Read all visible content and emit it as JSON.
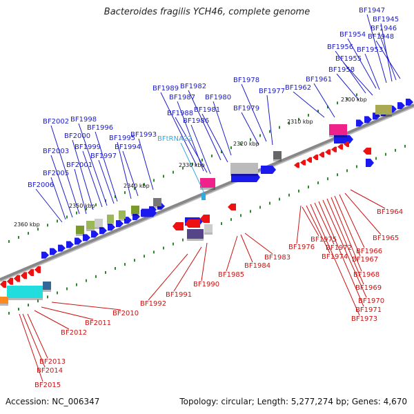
{
  "title": "Bacteroides fragilis YCH46, complete genome",
  "footer": {
    "accession": "Accession: NC_006347",
    "summary": "Topology: circular; Length: 5,277,274 bp; Genes: 4,670"
  },
  "colors": {
    "forward_label": "#1a1acc",
    "reverse_label": "#cc1111",
    "rna_label": "#33aadd",
    "backbone": "#888888",
    "tick": "#2a8a2a",
    "forward_gene": "#1a1aee",
    "reverse_gene": "#ee1111"
  },
  "scale_labels": [
    "2300 kbp",
    "2310 kbp",
    "2320 kbp",
    "2330 kbp",
    "2340 kbp",
    "2350 kbp",
    "2360 kbp"
  ],
  "forward_labels": [
    "BF1947",
    "BF1945",
    "BF1946",
    "BF1948",
    "BF1954",
    "BF1953",
    "BF1956",
    "BF1955",
    "BF1958",
    "BF1961",
    "BF1962",
    "BF1977",
    "BF1978",
    "BF1979",
    "BF1980",
    "BF1982",
    "BF1981",
    "BF1989",
    "BF1987",
    "BF1988",
    "BF1986",
    "BF1993",
    "BF1994",
    "BF1995",
    "BF1996",
    "BF1997",
    "BF1998",
    "BF1999",
    "BF2000",
    "BF2001",
    "BF2002",
    "BF2003",
    "BF2005",
    "BF2006"
  ],
  "rna_labels": [
    "BFtRNA22"
  ],
  "reverse_labels": [
    "BF1964",
    "BF1965",
    "BF1966",
    "BF1967",
    "BF1968",
    "BF1969",
    "BF1970",
    "BF1971",
    "BF1972",
    "BF1973",
    "BF1974",
    "BF1975",
    "BF1976",
    "BF1983",
    "BF1984",
    "BF1985",
    "BF1990",
    "BF1991",
    "BF1992",
    "BF2010",
    "BF2011",
    "BF2012",
    "BF2013",
    "BF2014",
    "BF2015"
  ]
}
